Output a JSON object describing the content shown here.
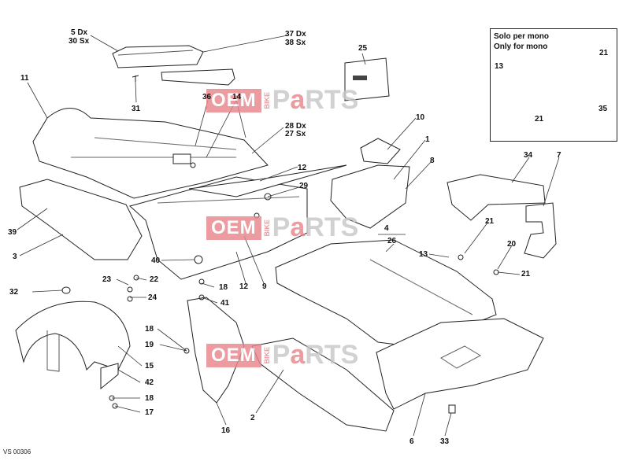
{
  "watermark": {
    "oem": "OEM",
    "bike": "BIKE",
    "parts_p": "P",
    "parts_a": "a",
    "parts_rest": "RTS"
  },
  "drawing_code": "VS 00306",
  "inset": {
    "line1": "Solo per mono",
    "line2": "Only for mono"
  },
  "labels": {
    "l5dx": "5 Dx",
    "l30sx": "30 Sx",
    "l37dx": "37 Dx",
    "l38sx": "38 Sx",
    "l11": "11",
    "l31": "31",
    "l36": "36",
    "l14": "14",
    "l28dx": "28 Dx",
    "l27sx": "27 Sx",
    "l25": "25",
    "l10": "10",
    "l1": "1",
    "l8": "8",
    "l12a": "12",
    "l29": "29",
    "l39": "39",
    "l3": "3",
    "l40": "40",
    "l12b": "12",
    "l9": "9",
    "l4": "4",
    "l26": "26",
    "l13a": "13",
    "l34": "34",
    "l7": "7",
    "l21a": "21",
    "l20": "20",
    "l21b": "21",
    "l23": "23",
    "l22": "22",
    "l24": "24",
    "l18a": "18",
    "l41": "41",
    "l32": "32",
    "l18b": "18",
    "l19": "19",
    "l15": "15",
    "l42": "42",
    "l18c": "18",
    "l17": "17",
    "l2": "2",
    "l16": "16",
    "l6": "6",
    "l33": "33",
    "i13": "13",
    "i21a": "21",
    "i21b": "21",
    "i35": "35"
  }
}
